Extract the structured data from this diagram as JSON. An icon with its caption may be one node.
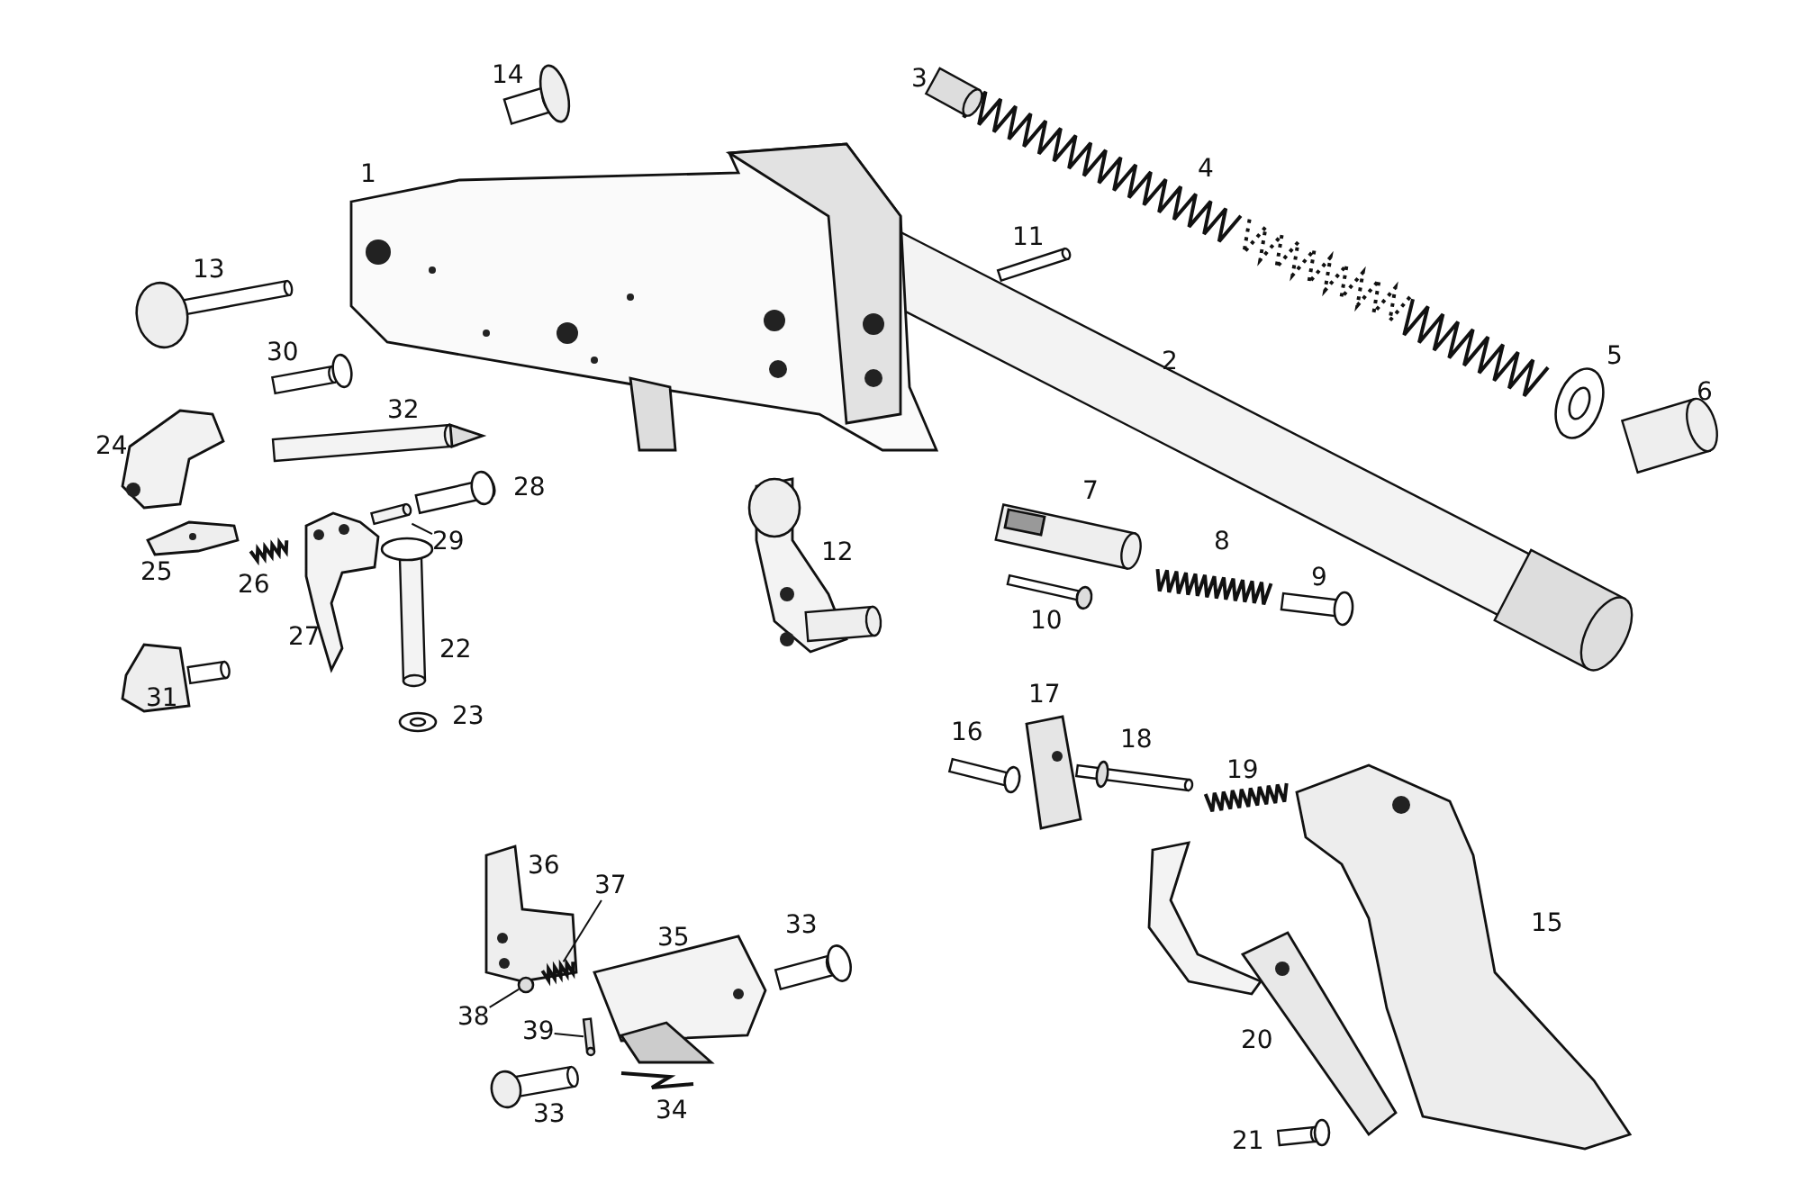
{
  "diagram": {
    "nodes": [
      {
        "text": [
          "29"
        ]
      },
      {
        "text": [],
        "shape": "cylinder"
      },
      {
        "text": [
          "37"
        ]
      },
      {
        "text": [],
        "shape": "picture"
      },
      {
        "text": [
          "38"
        ]
      },
      {
        "text": [],
        "shape": "circle"
      },
      {
        "text": [
          "39"
        ]
      },
      {
        "text": [],
        "shape": "bar"
      }
    ],
    "edges": [
      {
        "from": 0,
        "to": 1,
        "arrow": "none"
      },
      {
        "from": 2,
        "to": 3,
        "arrow": "none"
      },
      {
        "from": 4,
        "to": 5,
        "arrow": "none"
      },
      {
        "from": 6,
        "to": 7,
        "arrow": "none"
      }
    ],
    "labels": [
      "14",
      "3",
      "1",
      "4",
      "11",
      "13",
      "2",
      "30",
      "5",
      "6",
      "32",
      "24",
      "28",
      "7",
      "8",
      "12",
      "25",
      "26",
      "9",
      "10",
      "27",
      "22",
      "31",
      "23",
      "17",
      "16",
      "18",
      "19",
      "36",
      "15",
      "35",
      "33",
      "20",
      "33",
      "34",
      "21"
    ]
  }
}
